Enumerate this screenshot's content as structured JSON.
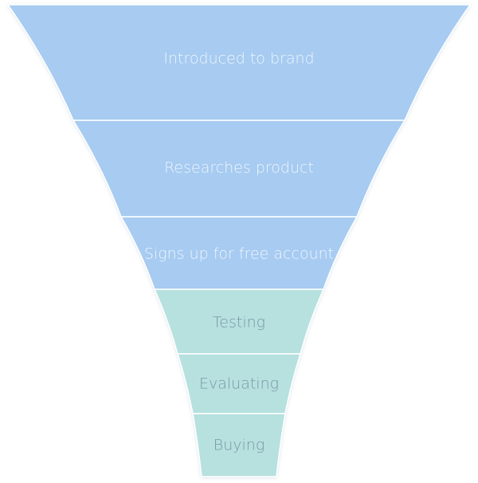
{
  "funnel": {
    "stages": [
      {
        "label": "Introduced to brand",
        "fill": "#a7cbf1",
        "text_color": "#eef5fd"
      },
      {
        "label": "Researches product",
        "fill": "#a7cbf1",
        "text_color": "#eef5fd"
      },
      {
        "label": "Signs up for free account",
        "fill": "#a7cbf1",
        "text_color": "#eef5fd"
      },
      {
        "label": "Testing",
        "fill": "#b6e1df",
        "text_color": "#7d96a6"
      },
      {
        "label": "Evaluating",
        "fill": "#b6e1df",
        "text_color": "#7d96a6"
      },
      {
        "label": "Buying",
        "fill": "#b6e1df",
        "text_color": "#7d96a6"
      }
    ]
  }
}
